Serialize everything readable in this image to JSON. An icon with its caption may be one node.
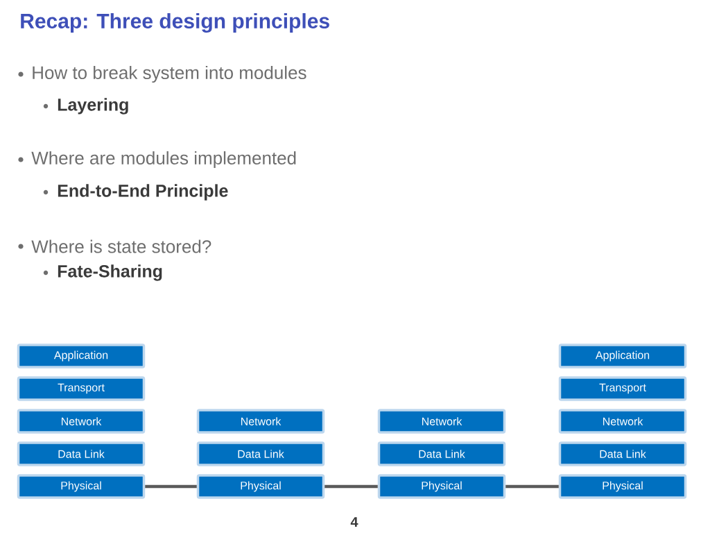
{
  "diagram": {
    "title": "Recap: Three design principles",
    "nodes": [
      {
        "text": [
          "Application"
        ]
      },
      {
        "text": [
          "Transport"
        ]
      },
      {
        "text": [
          "Network"
        ]
      },
      {
        "text": [
          "Data Link"
        ]
      },
      {
        "text": [
          "Physical"
        ]
      },
      {
        "text": [
          "Network"
        ]
      },
      {
        "text": [
          "Data Link"
        ]
      },
      {
        "text": [
          "Physical"
        ]
      },
      {
        "text": [
          "Network"
        ]
      },
      {
        "text": [
          "Data Link"
        ]
      },
      {
        "text": [
          "Physical"
        ]
      },
      {
        "text": [
          "Application"
        ]
      },
      {
        "text": [
          "Transport"
        ]
      },
      {
        "text": [
          "Network"
        ]
      },
      {
        "text": [
          "Data Link"
        ]
      },
      {
        "text": [
          "Physical"
        ]
      }
    ],
    "edges": [
      {
        "from": 4,
        "to": 7,
        "arrow": "none"
      },
      {
        "from": 7,
        "to": 10,
        "arrow": "none"
      },
      {
        "from": 10,
        "to": 15,
        "arrow": "none"
      }
    ],
    "labels": [
      "How to break system into modules",
      "Layering",
      "Where are modules implemented",
      "End-to-End Principle",
      "Where is state stored?",
      "Fate-Sharing",
      "4"
    ]
  }
}
